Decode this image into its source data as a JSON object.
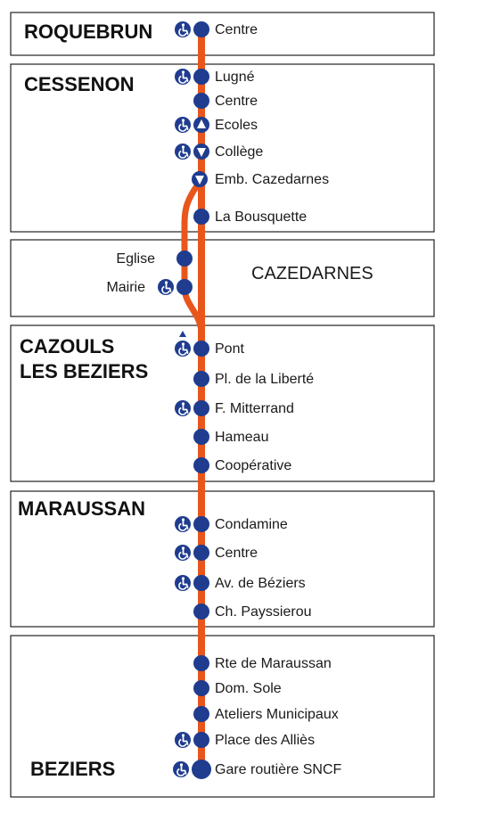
{
  "colors": {
    "line": "#e8561c",
    "stop": "#1f3c8f",
    "box_border": "#222222",
    "text": "#1a1a1a"
  },
  "icons": {
    "accessible": "wheelchair-icon",
    "one_way_up": "triangle-up-icon",
    "one_way_down": "triangle-down-icon"
  },
  "towns": {
    "roquebrun": "ROQUEBRUN",
    "cessenon": "CESSENON",
    "cazedarnes": "CAZEDARNES",
    "cazouls_line1": "CAZOULS",
    "cazouls_line2": "LES BEZIERS",
    "maraussan": "MARAUSSAN",
    "beziers": "BEZIERS"
  },
  "stops": {
    "roquebrun_centre": "Centre",
    "lugne": "Lugné",
    "cessenon_centre": "Centre",
    "ecoles": "Ecoles",
    "college": "Collège",
    "emb_cazedarnes": "Emb. Cazedarnes",
    "la_bousquette": "La Bousquette",
    "eglise": "Eglise",
    "mairie": "Mairie",
    "pont": "Pont",
    "pl_liberte": "Pl. de la Liberté",
    "f_mitterrand": "F. Mitterrand",
    "hameau": "Hameau",
    "cooperative": "Coopérative",
    "condamine": "Condamine",
    "maraussan_centre": "Centre",
    "av_beziers": "Av. de Béziers",
    "ch_payssierou": "Ch. Payssierou",
    "rte_maraussan": "Rte de Maraussan",
    "dom_sole": "Dom. Sole",
    "ateliers": "Ateliers Municipaux",
    "place_allies": "Place des Alliès",
    "gare_routiere": "Gare routière SNCF"
  }
}
